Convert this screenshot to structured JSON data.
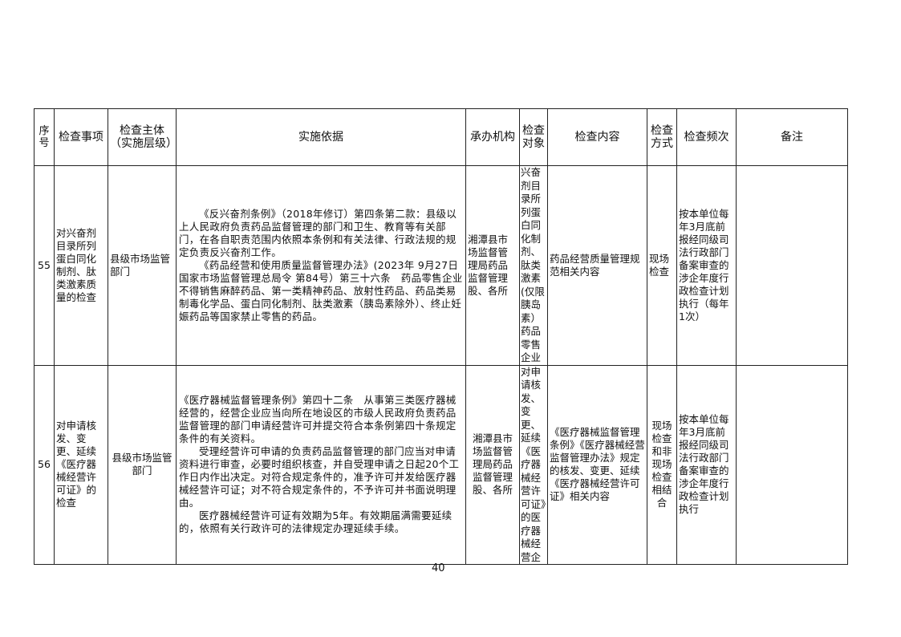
{
  "table": {
    "headers": [
      "序号",
      "检查事项",
      "检查主体（实施层级）",
      "实施依据",
      "承办机构",
      "检查对象",
      "检查内容",
      "检查方式",
      "检查频次",
      "备注"
    ],
    "rows": [
      {
        "no": "55",
        "item": "对兴奋剂目录所列蛋白同化制剂、肽类激素质量的检查",
        "subject": "县级市场监管部门",
        "basis": [
          "《反兴奋剂条例》（2018年修订）第四条第二款：县级以上人民政府负责药品监督管理的部门和卫生、教育等有关部门，在各自职责范围内依照本条例和有关法律、行政法规的规定负责反兴奋剂工作。",
          "《药品经营和使用质量监督管理办法》(2023年 9月27日国家市场监督管理总局令 第84号）第三十六条　药品零售企业不得销售麻醉药品、第一类精神药品、放射性药品、药品类易制毒化学品、蛋白同化制剂、肽类激素（胰岛素除外）、终止妊娠药品等国家禁止零售的药品。"
        ],
        "agency": "湘潭县市场监督管理局药品监督管理股、各所",
        "target": "兴奋剂目录所列蛋白同化制剂、肽类激素(仅限胰岛素）药品零售企业",
        "content": "药品经营质量管理规范相关内容",
        "method": "现场检查",
        "frequency": "按本单位每年3月底前报经同级司法行政部门备案审查的涉企年度行政检查计划执行（每年1次）",
        "remark": ""
      },
      {
        "no": "56",
        "item": "对申请核发、变更、延续《医疗器械经营许可证》的检查",
        "subject": "县级市场监管部门",
        "basis": [
          "《医疗器械监督管理条例》第四十二条　从事第三类医疗器械经营的，经营企业应当向所在地设区的市级人民政府负责药品监督管理的部门申请经营许可并提交符合本条例第四十条规定条件的有关资料。",
          "受理经营许可申请的负责药品监督管理的部门应当对申请资料进行审查，必要时组织核查，并自受理申请之日起20个工作日内作出决定。对符合规定条件的，准予许可并发给医疗器械经营许可证；对不符合规定条件的，不予许可并书面说明理由。",
          "医疗器械经营许可证有效期为5年。有效期届满需要延续的，依照有关行政许可的法律规定办理延续手续。"
        ],
        "agency": "湘潭县市场监督管理局药品监督管理股、各所",
        "target": "对申请核发、变更、延续《医疗器械经营许可证》的医疗器械经营企",
        "content": "《医疗器械监督管理条例》《医疗器械经营监督管理办法》规定的核发、变更、延续《医疗器械经营许可证》相关内容",
        "method": "现场检查和非现场检查相结合",
        "frequency": "按本单位每年3月底前报经同级司法行政部门备案审查的涉企年度行政检查计划执行",
        "remark": ""
      }
    ]
  },
  "page_number": "40"
}
